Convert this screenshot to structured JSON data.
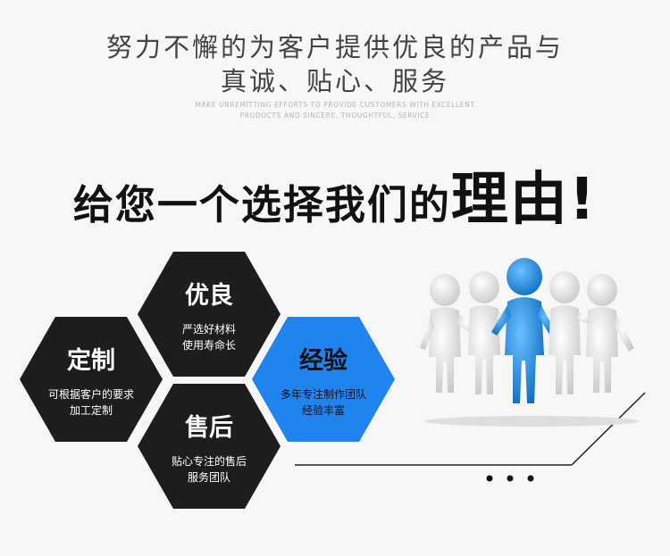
{
  "header": {
    "line1": "努力不懈的为客户提供优良的产品与",
    "line2": "真诚、贴心、服务",
    "sub1": "MAKE UNREMITTING EFFORTS TO PROVIDE CUSTOMERS WITH EXCELLENT",
    "sub2": "PRODUCTS AND SINCERE, THOUGHTFUL, SERVICE"
  },
  "slogan": {
    "main": "给您一个选择我们的",
    "big": "理由!"
  },
  "hexagons": {
    "youliang": {
      "title": "优良",
      "desc1": "严选好材料",
      "desc2": "使用寿命长"
    },
    "dingzhi": {
      "title": "定制",
      "desc1": "可根据客户的要求",
      "desc2": "加工定制"
    },
    "jingyan": {
      "title": "经验",
      "desc1": "多年专注制作团队",
      "desc2": "经验丰富"
    },
    "shouhou": {
      "title": "售后",
      "desc1": "贴心专注的售后",
      "desc2": "服务团队"
    }
  },
  "colors": {
    "dark": "#1d1d1d",
    "accent": "#1f84f0",
    "figure_white": "#e9e9e9",
    "figure_blue": "#1a8be6"
  },
  "illustration": {
    "icon": "team-people-icon"
  }
}
